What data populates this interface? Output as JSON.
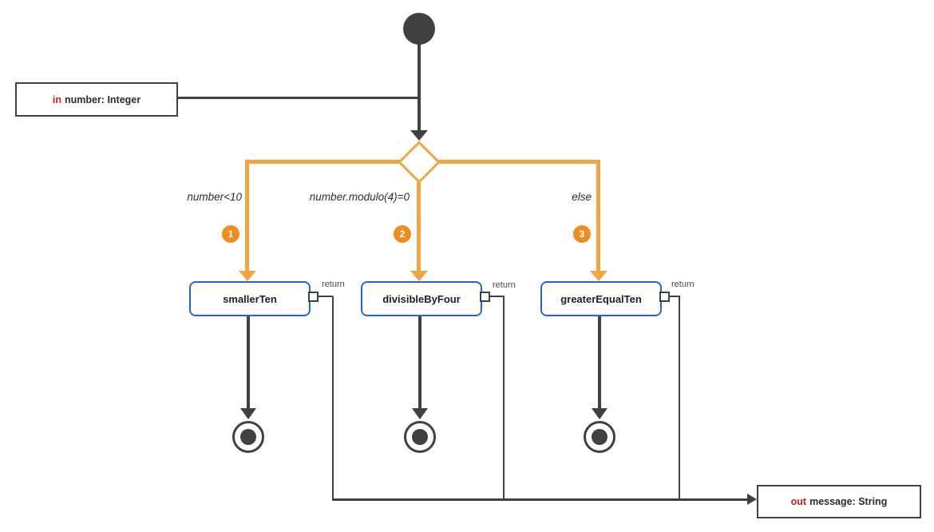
{
  "in_param": {
    "keyword": "in",
    "label": "number: Integer"
  },
  "out_param": {
    "keyword": "out",
    "label": "message: String"
  },
  "branches": [
    {
      "badge": "1",
      "condition": "number<10",
      "activity": "smallerTen",
      "pin_label": "return"
    },
    {
      "badge": "2",
      "condition": "number.modulo(4)=0",
      "activity": "divisibleByFour",
      "pin_label": "return"
    },
    {
      "badge": "3",
      "condition": "else",
      "activity": "greaterEqualTen",
      "pin_label": "return"
    }
  ],
  "colors": {
    "flow_dark": "#404040",
    "decision_orange": "#f2a342",
    "badge_orange": "#ee8c1f",
    "activity_border_blue": "#2563d2",
    "param_keyword_red": "#c82121",
    "background": "#ffffff"
  }
}
